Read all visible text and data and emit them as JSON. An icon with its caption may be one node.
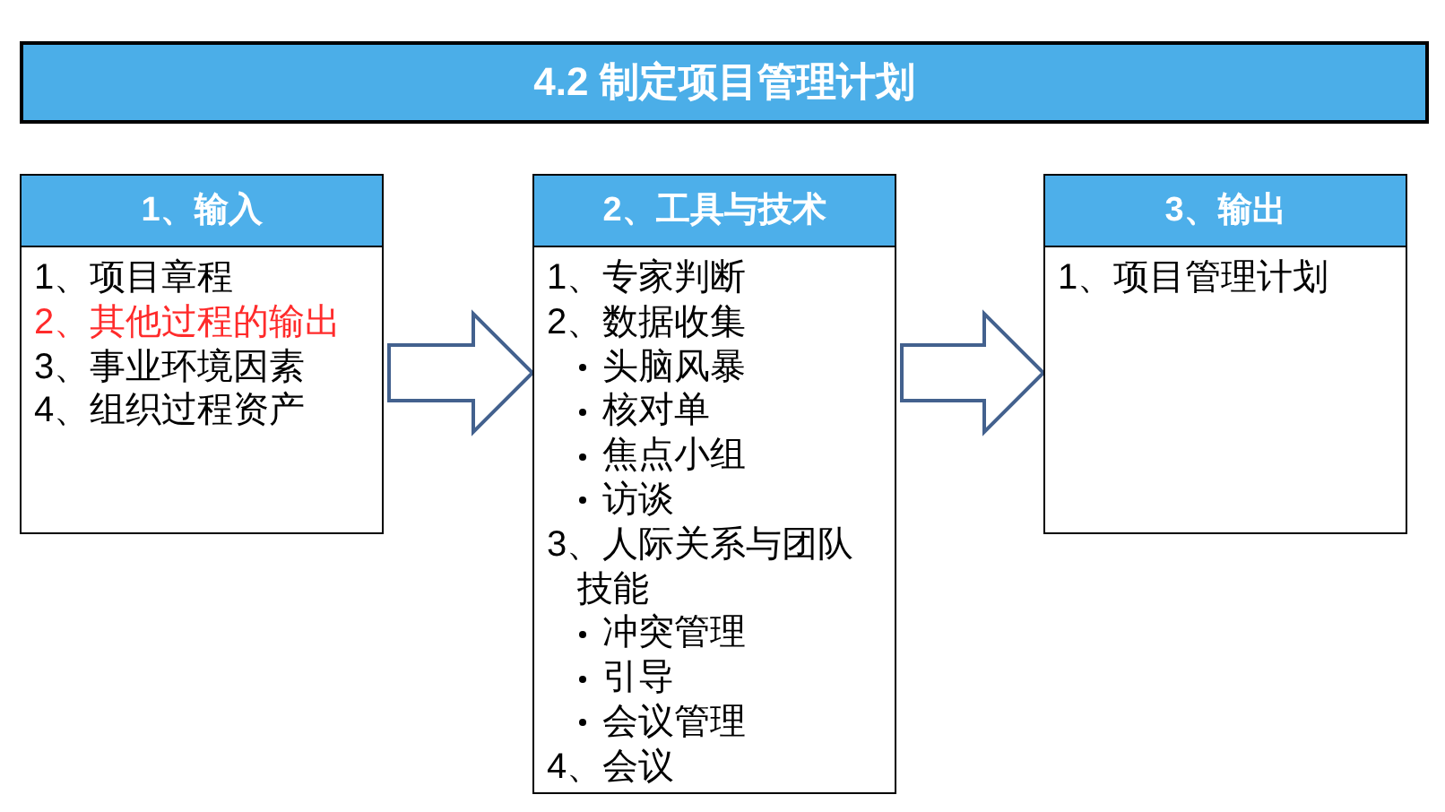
{
  "diagram": {
    "title": "4.2 制定项目管理计划",
    "nodes": [
      {
        "text": [
          "1、输入",
          "1、项目章程",
          "2、其他过程的输出",
          "3、事业环境因素",
          "4、组织过程资产"
        ]
      },
      {
        "text": [
          "2、工具与技术",
          "1、专家判断",
          "2、数据收集",
          "头脑风暴",
          "核对单",
          "焦点小组",
          "访谈",
          "3、人际关系与团队技能",
          "冲突管理",
          "引导",
          "会议管理",
          "4、会议"
        ]
      },
      {
        "text": [
          "3、输出",
          "1、项目管理计划"
        ]
      }
    ],
    "edges": [
      {
        "from": 0,
        "to": 1,
        "arrow": "to"
      },
      {
        "from": 1,
        "to": 2,
        "arrow": "to"
      }
    ]
  }
}
